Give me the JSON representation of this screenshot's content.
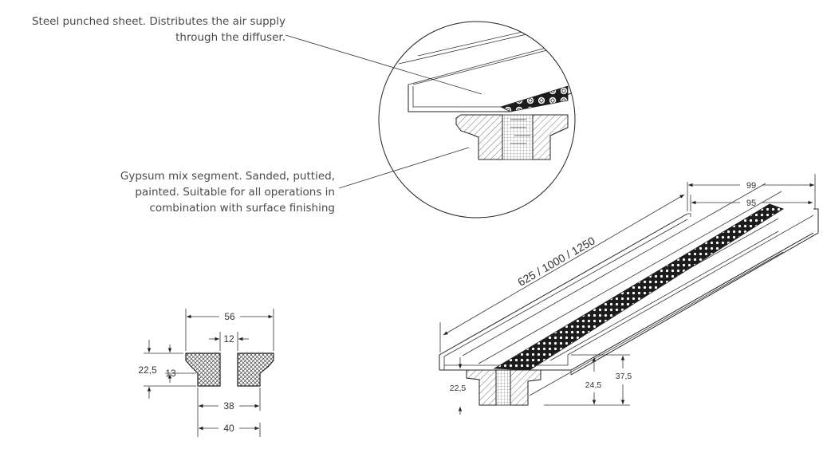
{
  "callouts": {
    "steel": {
      "lines": [
        "Steel punched sheet. Distributes the air supply",
        "through the diffuser."
      ]
    },
    "gypsum": {
      "lines": [
        "Gypsum mix segment. Sanded, puttied,",
        "painted. Suitable for all operations in",
        "combination with surface finishing"
      ]
    }
  },
  "section": {
    "width_total": "56",
    "slot_width": "12",
    "height_total": "22,5",
    "flange_height": "13",
    "inner_width": "38",
    "base_width": "40"
  },
  "iso": {
    "length": "625 / 1000 / 1250",
    "outer_width": "99",
    "inner_width": "95",
    "height_left": "22,5",
    "channel_depth": "24,5",
    "total_height": "37,5"
  },
  "colors": {
    "line": "#222222",
    "text": "#4a4a4a",
    "hatch": "#555555"
  }
}
